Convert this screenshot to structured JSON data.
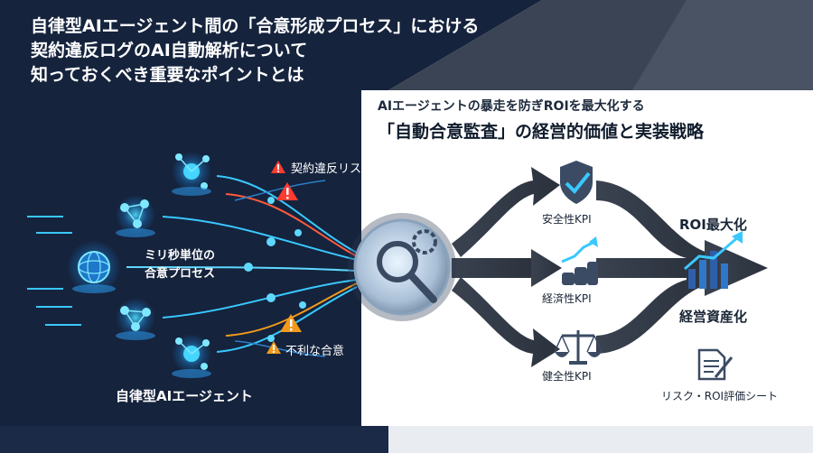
{
  "title_lines": [
    "自律型AIエージェント間の「合意形成プロセス」における",
    "契約違反ログのAI自動解析について",
    "知っておくべき重要なポイントとは"
  ],
  "subtitle": "AIエージェントの暴走を防ぎROIを最大化する",
  "headline": "「自動合意監査」の経営的価値と実装戦略",
  "left": {
    "risk_contract": "契約違反リスク",
    "risk_unfair": "不利な合意",
    "process_lines": [
      "ミリ秒単位の",
      "合意プロセス"
    ],
    "agents_label": "自律型AIエージェント"
  },
  "center": {
    "audit_label": "自動合意監査"
  },
  "kpis": [
    {
      "icon": "shield-check-icon",
      "label": "安全性KPI"
    },
    {
      "icon": "coin-growth-icon",
      "label": "経済性KPI"
    },
    {
      "icon": "balance-scale-icon",
      "label": "健全性KPI"
    }
  ],
  "right": {
    "roi": "ROI最大化",
    "asset": "経営資産化",
    "sheet": "リスク・ROI評価シート"
  },
  "colors": {
    "navy": "#15233d",
    "cyan": "#39c8ff",
    "warning": "#ff3b30",
    "caution": "#f29a1b",
    "arrow": "#3a4250"
  }
}
